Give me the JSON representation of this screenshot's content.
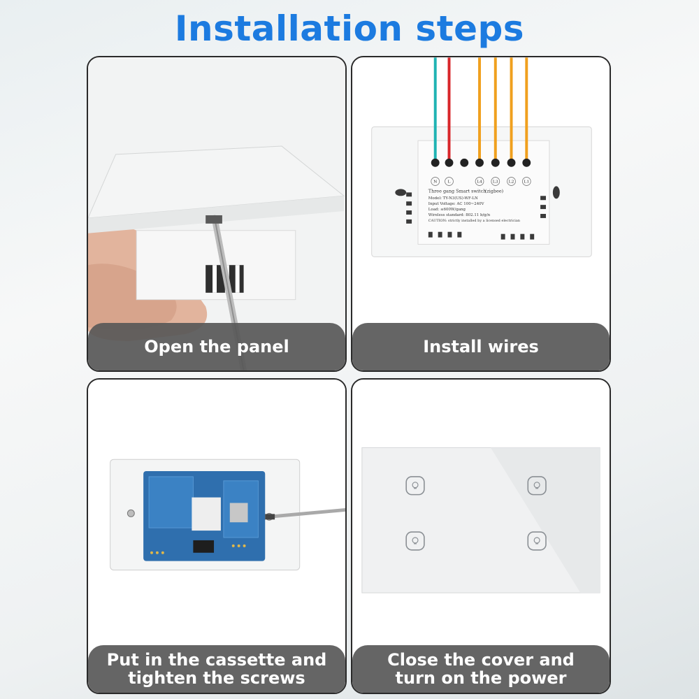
{
  "title": "Installation steps",
  "steps": [
    {
      "caption": "Open the panel"
    },
    {
      "caption": "Install wires"
    },
    {
      "caption": "Put in the cassette and\ntighten the screws"
    },
    {
      "caption": "Close the cover and\nturn on the power"
    }
  ],
  "label": {
    "terminals": [
      "N",
      "L",
      "L4",
      "L3",
      "L2",
      "L1"
    ],
    "line1": "Three gang Smart switch",
    "line1b": "(zigbee)",
    "line2": "Model: TY-N3(US)-WF-LN",
    "line3": "Input Voltage: AC 100~240V",
    "line4": "Load: ≤600W/gang",
    "line5": "Wireless standard: 802.11 b/g/n",
    "line6": "CAUTION: strictly installed by a licensed electrician"
  },
  "colors": {
    "title": "#1c7be0",
    "caption_bg": "#585858",
    "wire_n": "#1fb3b3",
    "wire_l": "#d8262a",
    "wire_load": "#f0a01e"
  }
}
